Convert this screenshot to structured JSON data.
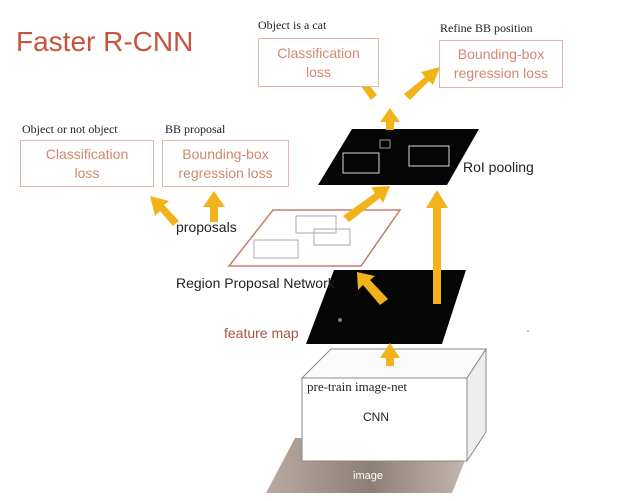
{
  "title": "Faster R-CNN",
  "colors": {
    "title": "#c9533d",
    "box_text": "#d2876e",
    "box_border": "#e2b7ab",
    "arrow": "#f2b21a",
    "feature_map_label": "#a8523f",
    "plane_dark": "#050505",
    "proposals_plane_border": "#c77a72"
  },
  "top_right": {
    "classification": {
      "caption": "Object is a cat",
      "box": "Classification\nloss"
    },
    "regression": {
      "caption": "Refine BB position",
      "box": "Bounding-box\nregression loss"
    }
  },
  "left": {
    "classification": {
      "caption": "Object or not object",
      "box": "Classification\nloss"
    },
    "regression": {
      "caption": "BB proposal",
      "box": "Bounding-box\nregression loss"
    }
  },
  "labels": {
    "roi_pooling": "RoI pooling",
    "proposals": "proposals",
    "rpn": "Region Proposal Network",
    "feature_map": "feature map",
    "pretrain": "pre-train image-net",
    "cnn": "CNN",
    "image": "image"
  }
}
